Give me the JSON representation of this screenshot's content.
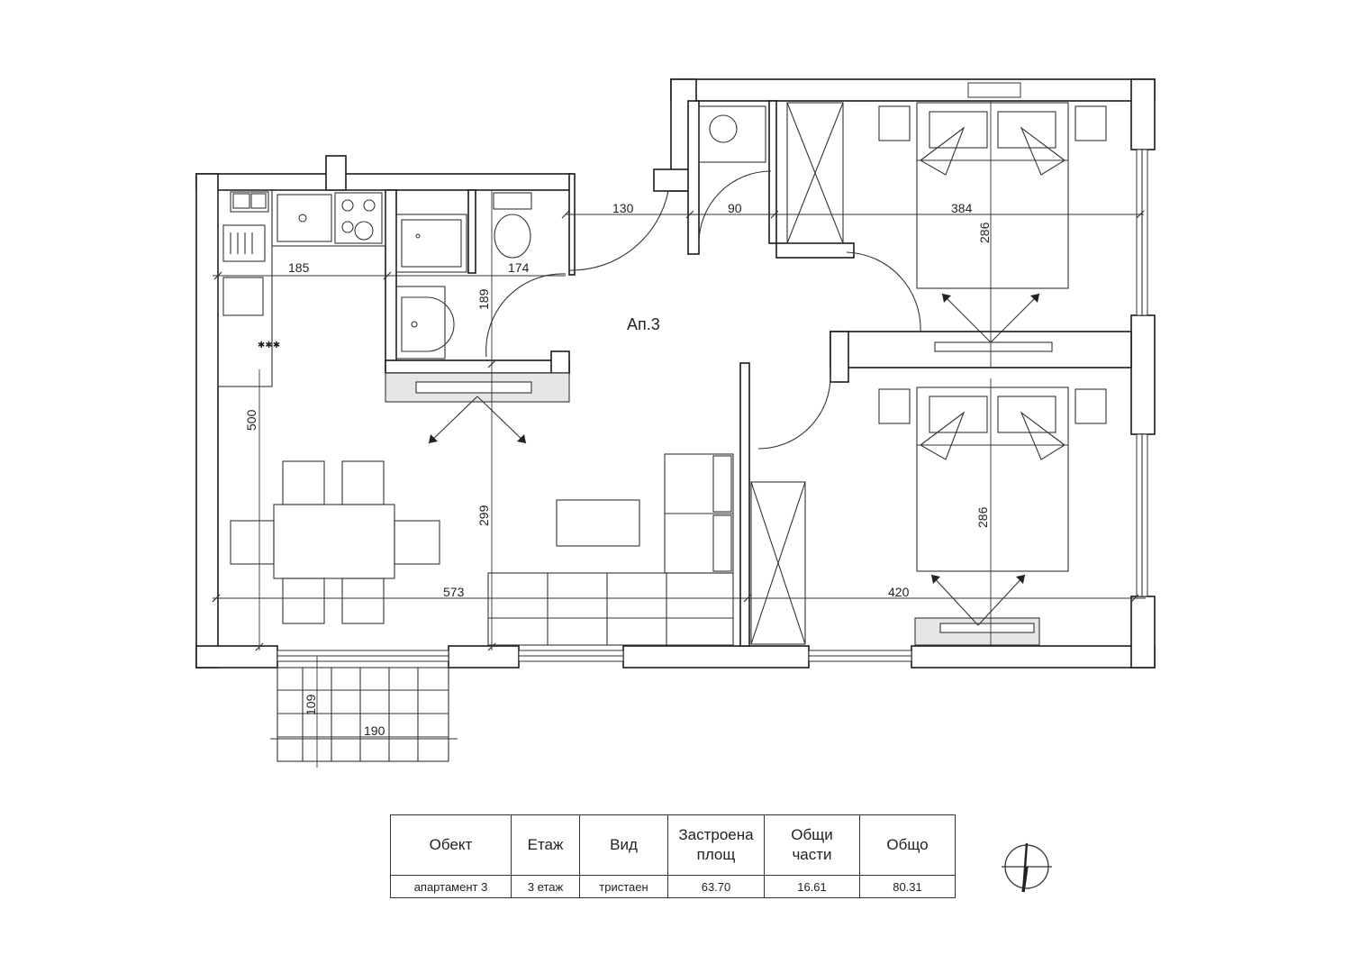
{
  "plan": {
    "apartment_label": "Ап.3",
    "dimensions": [
      "130",
      "90",
      "384",
      "286",
      "185",
      "174",
      "189",
      "500",
      "299",
      "573",
      "420",
      "286",
      "109",
      "190"
    ]
  },
  "table": {
    "headers": [
      "Обект",
      "Етаж",
      "Вид",
      "Застроена\nплощ",
      "Общи\nчасти",
      "Общо"
    ],
    "row": [
      "апартамент 3",
      "3 етаж",
      "тристаен",
      "63.70",
      "16.61",
      "80.31"
    ]
  },
  "icons": {
    "compass": "north-arrow-icon"
  }
}
